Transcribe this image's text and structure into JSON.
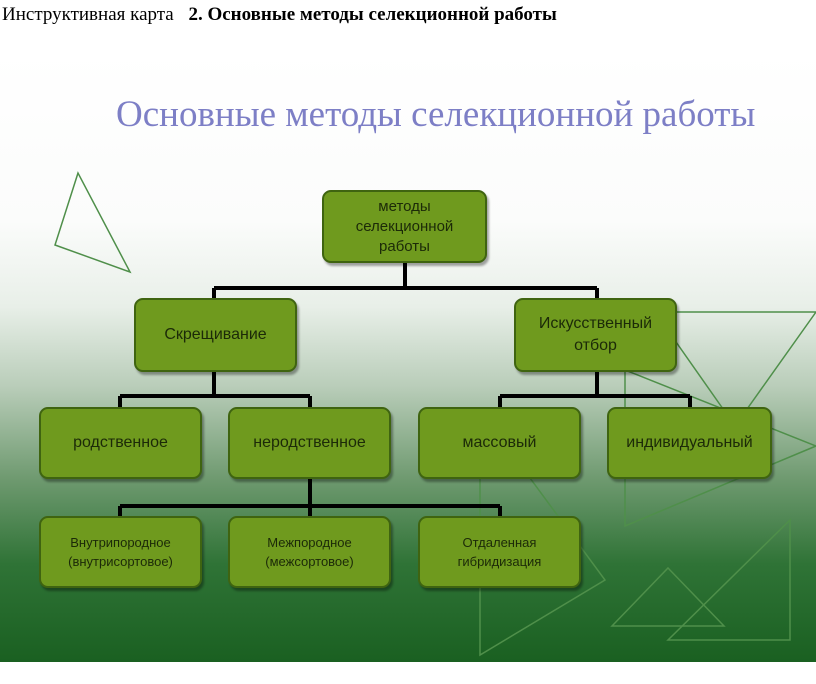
{
  "header": {
    "label": "Инструктивная карта",
    "title": "2. Основные методы селекционной работы"
  },
  "slide": {
    "title": "Основные методы селекционной работы",
    "colors": {
      "box_fill": "#6f9a1e",
      "box_border": "#3f6410",
      "title_color": "#7d7fc6",
      "connector": "#000000"
    }
  },
  "diagram": {
    "root": "методы\nселекционной\nработы",
    "crossing": "Скрещивание",
    "artificial_selection": "Искусственный\nотбор",
    "related": "родственное",
    "unrelated": "неродственное",
    "mass": "массовый",
    "individual": "индивидуальный",
    "intrabreed": "Внутрипородное\n(внутрисортовое)",
    "interbreed": "Межпородное\n(межсортовое)",
    "distant": "Отдаленная\nгибридизация"
  }
}
